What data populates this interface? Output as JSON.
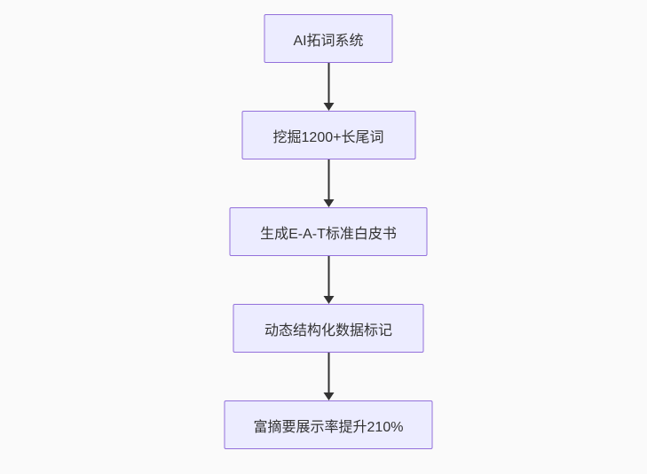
{
  "diagram": {
    "type": "flowchart",
    "direction": "top-down",
    "nodes": [
      {
        "label": "AI拓词系统"
      },
      {
        "label": "挖掘1200+长尾词"
      },
      {
        "label": "生成E-A-T标准白皮书"
      },
      {
        "label": "动态结构化数据标记"
      },
      {
        "label": "富摘要展示率提升210%"
      }
    ],
    "edges": [
      {
        "from": 0,
        "to": 1
      },
      {
        "from": 1,
        "to": 2
      },
      {
        "from": 2,
        "to": 3
      },
      {
        "from": 3,
        "to": 4
      }
    ]
  },
  "colors": {
    "node_fill": "#ECECFF",
    "node_border": "#9370DB",
    "edge": "#333333",
    "text": "#333333",
    "background": "#FAFAFA"
  }
}
